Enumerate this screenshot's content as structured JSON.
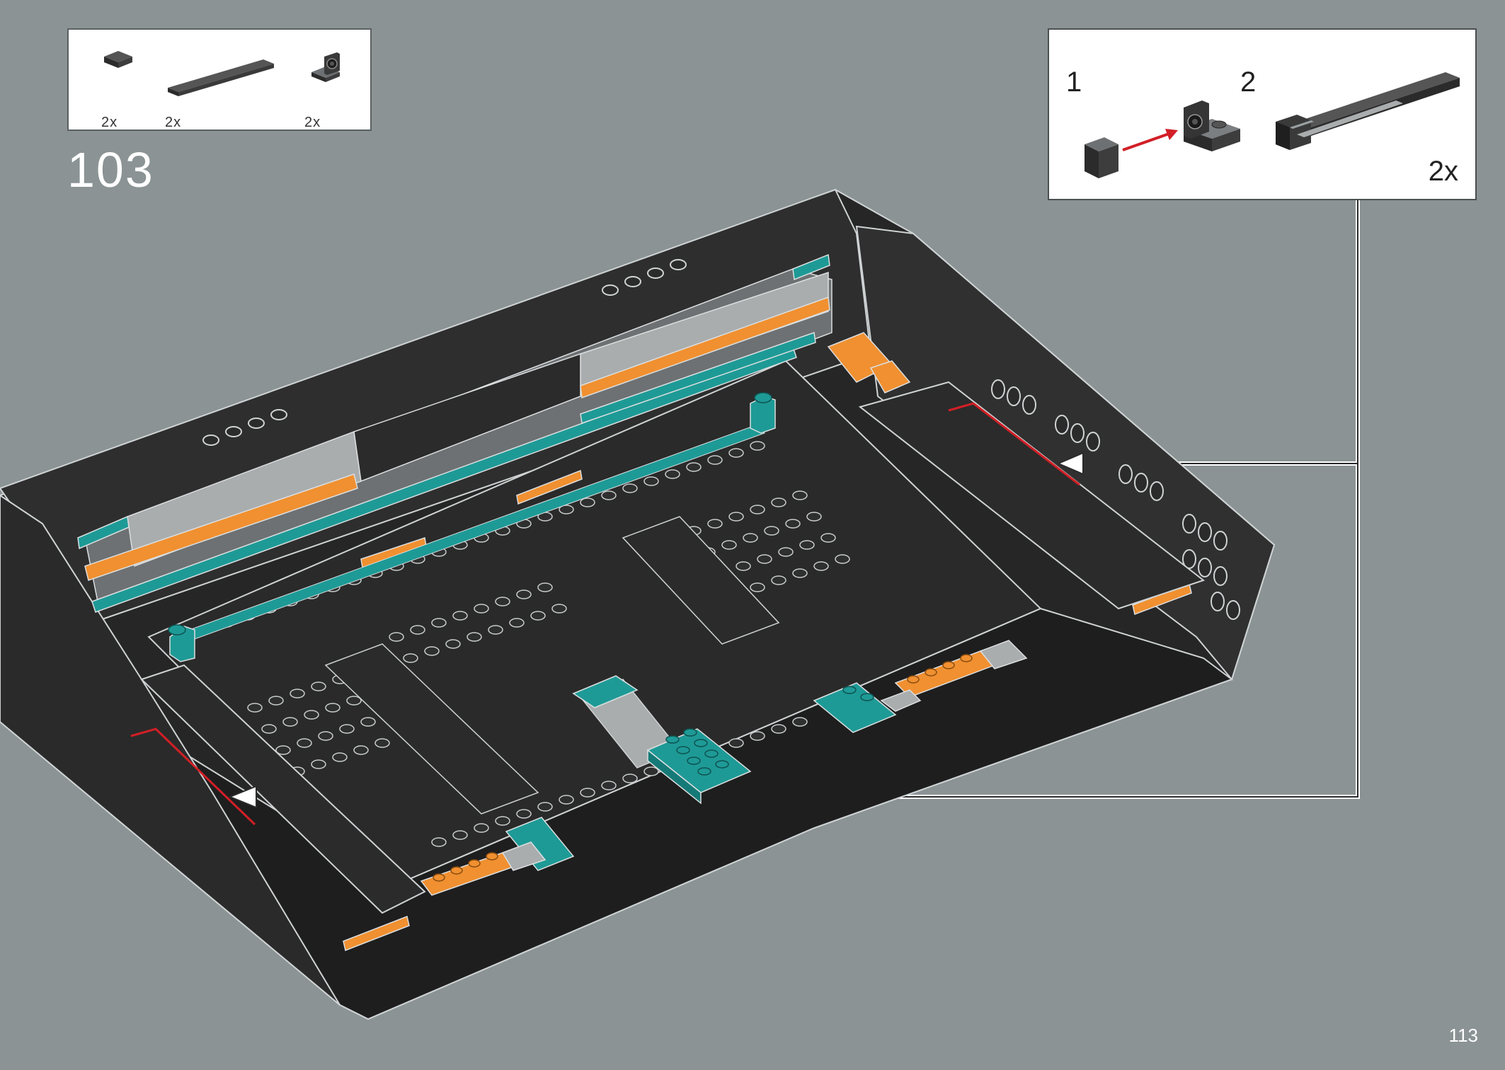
{
  "parts_list": {
    "items": [
      {
        "icon": "tile-1x1-dark-icon",
        "quantity": "2x"
      },
      {
        "icon": "tile-1x8-dark-icon",
        "quantity": "2x"
      },
      {
        "icon": "bracket-1x1-dark-icon",
        "quantity": "2x"
      }
    ]
  },
  "step": {
    "number": "103"
  },
  "callout": {
    "sub_steps": [
      "1",
      "2"
    ],
    "multiplier": "2x"
  },
  "page": {
    "number": "113"
  },
  "colors": {
    "background": "#8b9394",
    "brick_dark": "#2b2b2b",
    "brick_light_gray": "#a9adae",
    "brick_mid_gray": "#6d7173",
    "accent_teal": "#1e9a96",
    "accent_orange": "#f09030",
    "highlight_red": "#d21f26"
  }
}
